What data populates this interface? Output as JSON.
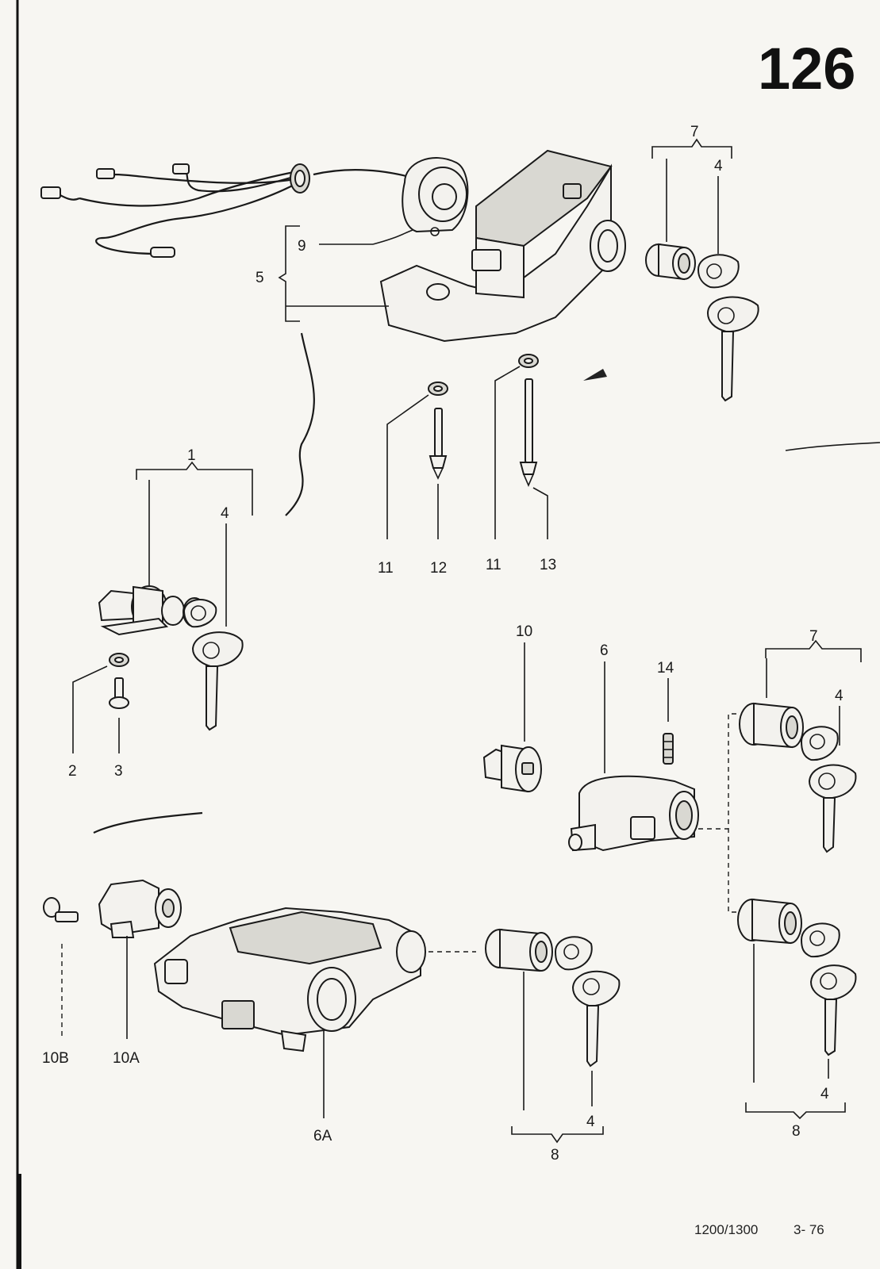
{
  "page": {
    "number": "126",
    "footer_model": "1200/1300",
    "footer_date": "3- 76"
  },
  "labels": {
    "l1": "1",
    "l2": "2",
    "l3": "3",
    "l4a": "4",
    "l4b": "4",
    "l4c": "4",
    "l4d": "4",
    "l4e": "4",
    "l5": "5",
    "l6": "6",
    "l6a": "6A",
    "l7a": "7",
    "l7b": "7",
    "l8a": "8",
    "l8b": "8",
    "l9": "9",
    "l10": "10",
    "l10a": "10A",
    "l10b": "10B",
    "l11a": "11",
    "l11b": "11",
    "l12": "12",
    "l13": "13",
    "l14": "14"
  }
}
